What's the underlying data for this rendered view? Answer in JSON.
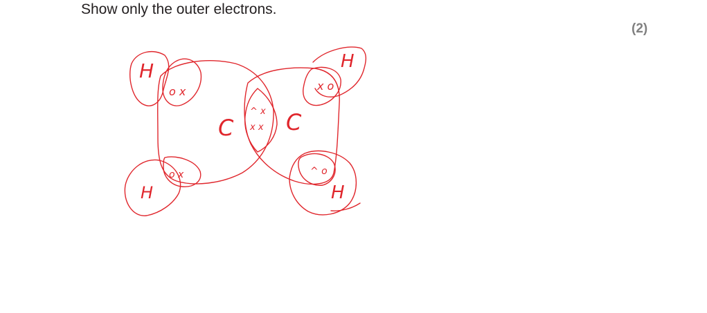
{
  "question": {
    "text": "Show only the outer electrons.",
    "marks": "(2)"
  },
  "drawing": {
    "ink_color": "#e0262c",
    "atom_labels": {
      "h_top_left": "H",
      "h_bottom_left": "H",
      "h_top_right": "H",
      "h_bottom_right": "H",
      "c_left": "C",
      "c_right": "C"
    },
    "electron_marks": {
      "top_left": "o x",
      "bottom_left": "o x",
      "top_right": "x o",
      "bottom_right": "^ o",
      "bond_top": "^ x",
      "bond_bottom": "x x"
    }
  }
}
